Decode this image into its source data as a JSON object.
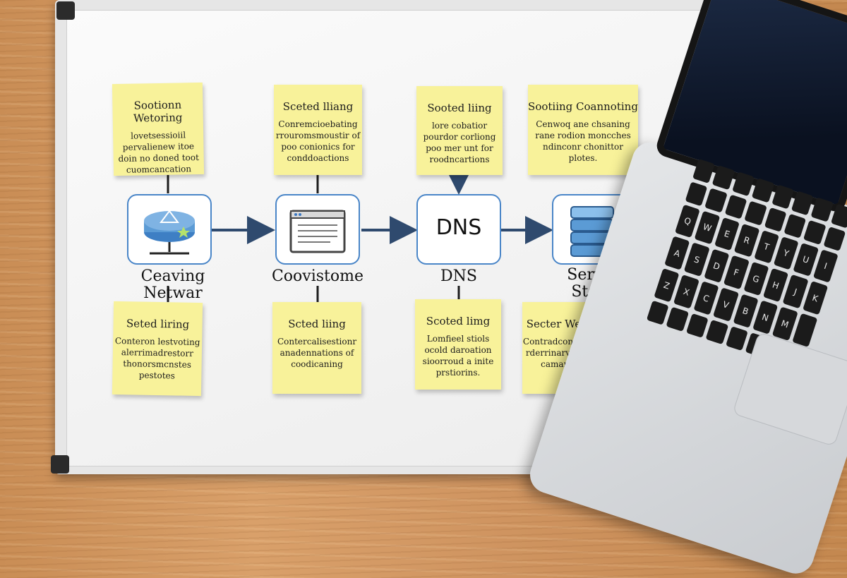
{
  "top_notes": [
    {
      "title": "Sootionn Wetoring",
      "lines": [
        "lovetsessioiil",
        "pervalienew itoe",
        "doin no doned toot",
        "cuomcancation"
      ]
    },
    {
      "title": "Sceted lliang",
      "lines": [
        "Conremcioebating",
        "rrouromsmoustir of",
        "poo conionics for",
        "conddoactions"
      ]
    },
    {
      "title": "Sooted liing",
      "lines": [
        "lore cobatior",
        "pourdor corliong",
        "poo mer unt for",
        "roodncartions"
      ]
    },
    {
      "title": "Sootiing Coannoting",
      "lines": [
        "Cenwoq ane chsaning",
        "rane rodion moncches",
        "ndinconr chonittor",
        "plotes."
      ]
    }
  ],
  "bottom_notes": [
    {
      "title": "Seted liring",
      "lines": [
        "Conteron lestvoting",
        "alerrimadrestorr",
        "thonorsmcnstes",
        "pestotes"
      ]
    },
    {
      "title": "Scted liing",
      "lines": [
        "Contercalisestionr",
        "anadennations of",
        "coodicaning"
      ]
    },
    {
      "title": "Scoted limg",
      "lines": [
        "Lomfieel stiols",
        "ocold daroation",
        "sioorroud a inite",
        "prstiorins."
      ]
    },
    {
      "title": "Secter Wetoing",
      "lines": [
        "Contradcondsiesting",
        "rderrinarvlianies of",
        "camaraction"
      ]
    }
  ],
  "nodes": [
    {
      "label": "Ceaving Netwar",
      "icon": "network-router-icon"
    },
    {
      "label": "Coovistome",
      "icon": "browser-window-icon"
    },
    {
      "label": "DNS",
      "icon_text": "DNS"
    },
    {
      "label": "Service Status",
      "icon": "server-stack-icon"
    }
  ],
  "keyboard_keys": [
    "",
    "",
    "",
    "",
    "",
    "",
    "",
    "",
    "",
    "",
    "",
    "",
    "",
    "",
    "",
    "",
    "Q",
    "W",
    "E",
    "R",
    "T",
    "Y",
    "U",
    "I",
    "A",
    "S",
    "D",
    "F",
    "G",
    "H",
    "J",
    "K",
    "Z",
    "X",
    "C",
    "V",
    "B",
    "N",
    "M",
    "",
    "",
    "",
    "",
    "",
    "",
    "",
    "",
    ""
  ],
  "colors": {
    "note": "#f8f29a",
    "node_border": "#4a86c8",
    "arrow": "#2f4a6e",
    "server": "#5b9bd5"
  }
}
